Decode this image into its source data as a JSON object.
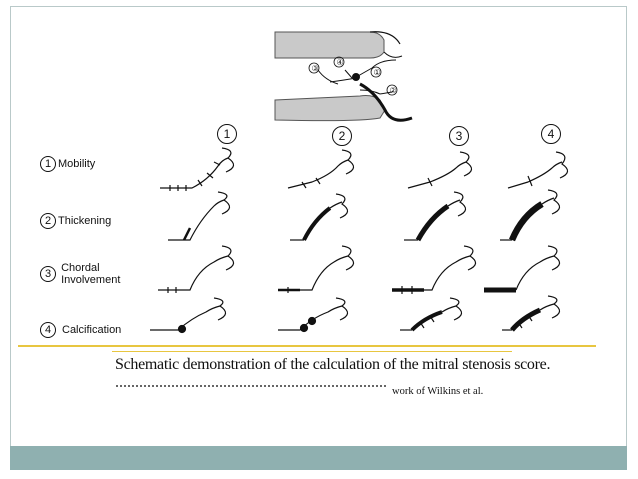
{
  "inset": {
    "labels": [
      "③",
      "④",
      "①",
      "②"
    ]
  },
  "columns": [
    "1",
    "2",
    "3",
    "4"
  ],
  "rows": [
    {
      "num": "1",
      "label_lines": [
        "Mobility"
      ]
    },
    {
      "num": "2",
      "label_lines": [
        "Thickening"
      ]
    },
    {
      "num": "3",
      "label_lines": [
        "Chordal",
        "Involvement"
      ]
    },
    {
      "num": "4",
      "label_lines": [
        "Calcification"
      ]
    }
  ],
  "caption": "Schematic demonstration of the calculation of the mitral stenosis score.",
  "credit": "work of Wilkins et al.",
  "colors": {
    "footer": "#8fb0b0",
    "divider": "#e8c640",
    "ink": "#111111"
  }
}
